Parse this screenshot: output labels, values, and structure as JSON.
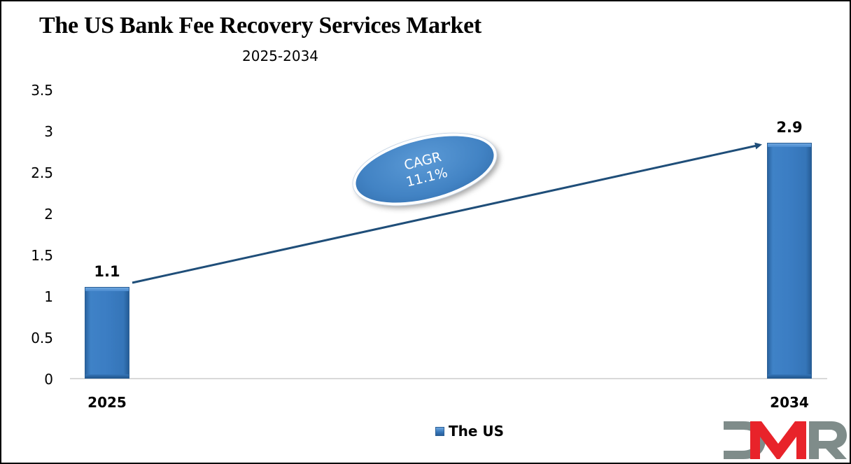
{
  "header": {
    "title": "The US Bank Fee Recovery Services Market",
    "subtitle": "2025-2034"
  },
  "y_axis": {
    "ticks": [
      "3.5",
      "3",
      "2.5",
      "2",
      "1.5",
      "1",
      "0.5",
      "0"
    ]
  },
  "bars": [
    {
      "category": "2025",
      "value": 1.1,
      "label": "1.1"
    },
    {
      "category": "2034",
      "value": 2.9,
      "label": "2.9"
    }
  ],
  "annotation": {
    "cagr_label": "CAGR",
    "cagr_value": "11.1%"
  },
  "legend": {
    "series_name": "The US"
  },
  "logo": {
    "text": "DMR",
    "colors": {
      "gray": "#7f8c8a",
      "red": "#e8232a"
    }
  },
  "colors": {
    "bar": "#3b7dc3",
    "arrow": "#1f4e79",
    "ellipse": "#4283c4"
  },
  "chart_data": {
    "type": "bar",
    "title": "The US Bank Fee Recovery Services Market",
    "subtitle": "2025-2034",
    "categories": [
      "2025",
      "2034"
    ],
    "series": [
      {
        "name": "The US",
        "values": [
          1.1,
          2.9
        ]
      }
    ],
    "xlabel": "",
    "ylabel": "",
    "ylim": [
      0,
      3.5
    ],
    "yticks": [
      0,
      0.5,
      1,
      1.5,
      2,
      2.5,
      3,
      3.5
    ],
    "grid": false,
    "legend_position": "bottom",
    "annotations": [
      {
        "text": "CAGR 11.1%",
        "type": "ellipse-callout",
        "arrow_from": "2025",
        "arrow_to": "2034"
      }
    ]
  }
}
